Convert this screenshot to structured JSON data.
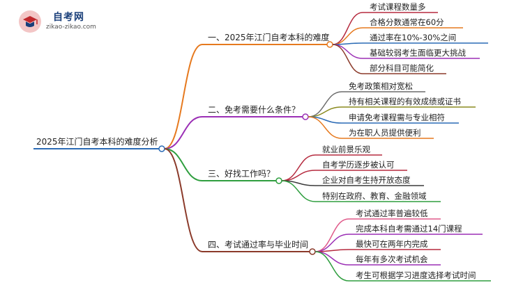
{
  "brand": {
    "name": "自考网",
    "url": "zikao-zikao.com"
  },
  "root": {
    "label": "2025年江门自考本科的难度分析",
    "color": "#2a6ab5"
  },
  "branches": [
    {
      "label": "一、2025年江门自考本科的难度",
      "color": "#e6791e",
      "children": [
        {
          "label": "考试课程数量多",
          "color": "#b52a3e"
        },
        {
          "label": "合格分数通常在60分",
          "color": "#e6791e"
        },
        {
          "label": "通过率在10%-30%之间",
          "color": "#2a6ab5"
        },
        {
          "label": "基础较弱考生面临更大挑战",
          "color": "#9b2fb5"
        },
        {
          "label": "部分科目可能简化",
          "color": "#8b3a2a"
        }
      ]
    },
    {
      "label": "二、免考需要什么条件？",
      "color": "#9b2fb5",
      "children": [
        {
          "label": "免考政策相对宽松",
          "color": "#6b6b6b"
        },
        {
          "label": "持有相关课程的有效成绩或证书",
          "color": "#8a8a1e"
        },
        {
          "label": "申请免考课程需与专业相符",
          "color": "#2a6ab5"
        },
        {
          "label": "为在职人员提供便利",
          "color": "#e6791e"
        }
      ]
    },
    {
      "label": "三、好找工作吗？",
      "color": "#2e9e3e",
      "children": [
        {
          "label": "就业前景乐观",
          "color": "#b52a3e"
        },
        {
          "label": "自考学历逐步被认可",
          "color": "#b52a3e"
        },
        {
          "label": "企业对自考生持开放态度",
          "color": "#3a3a3a"
        },
        {
          "label": "特别在政府、教育、金融领域",
          "color": "#2e9e3e"
        }
      ]
    },
    {
      "label": "四、考试通过率与毕业时间",
      "color": "#8b3a2a",
      "children": [
        {
          "label": "考试通过率普遍较低",
          "color": "#e05a8a"
        },
        {
          "label": "完成本科自考需通过14门课程",
          "color": "#9b2fb5"
        },
        {
          "label": "最快可在两年内完成",
          "color": "#b52a3e"
        },
        {
          "label": "每年有多次考试机会",
          "color": "#9b2fb5"
        },
        {
          "label": "考生可根据学习进度选择考试时间",
          "color": "#2e9e3e"
        }
      ]
    }
  ]
}
